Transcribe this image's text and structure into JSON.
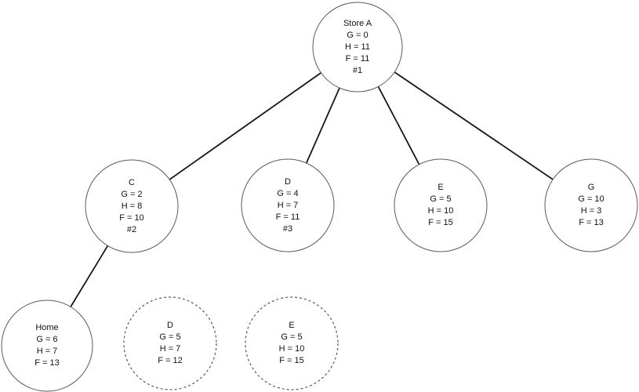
{
  "diagram": {
    "type": "search-tree",
    "background_color": "#ffffff",
    "edge_color": "#161616",
    "circle_stroke_color": "#5a5a5a",
    "text_color": "#111111"
  },
  "nodes": [
    {
      "title": "Store A",
      "lines": [
        "G = 0",
        "H = 11",
        "F = 11",
        "#1"
      ],
      "border": "solid"
    },
    {
      "title": "C",
      "lines": [
        "G = 2",
        "H = 8",
        "F = 10",
        "#2"
      ],
      "border": "solid"
    },
    {
      "title": "D",
      "lines": [
        "G = 4",
        "H = 7",
        "F = 11",
        "#3"
      ],
      "border": "solid"
    },
    {
      "title": "E",
      "lines": [
        "G = 5",
        "H = 10",
        "F = 15"
      ],
      "border": "solid"
    },
    {
      "title": "G",
      "lines": [
        "G = 10",
        "H = 3",
        "F = 13"
      ],
      "border": "solid"
    },
    {
      "title": "Home",
      "lines": [
        "G = 6",
        "H = 7",
        "F = 13"
      ],
      "border": "solid"
    },
    {
      "title": "D",
      "lines": [
        "G = 5",
        "H = 7",
        "F = 12"
      ],
      "border": "dashed"
    },
    {
      "title": "E",
      "lines": [
        "G = 5",
        "H = 10",
        "F = 15"
      ],
      "border": "dashed"
    }
  ],
  "edges": [
    {
      "from": "Store A",
      "to": "C"
    },
    {
      "from": "Store A",
      "to": "D"
    },
    {
      "from": "Store A",
      "to": "E"
    },
    {
      "from": "Store A",
      "to": "G"
    },
    {
      "from": "C",
      "to": "Home"
    }
  ]
}
